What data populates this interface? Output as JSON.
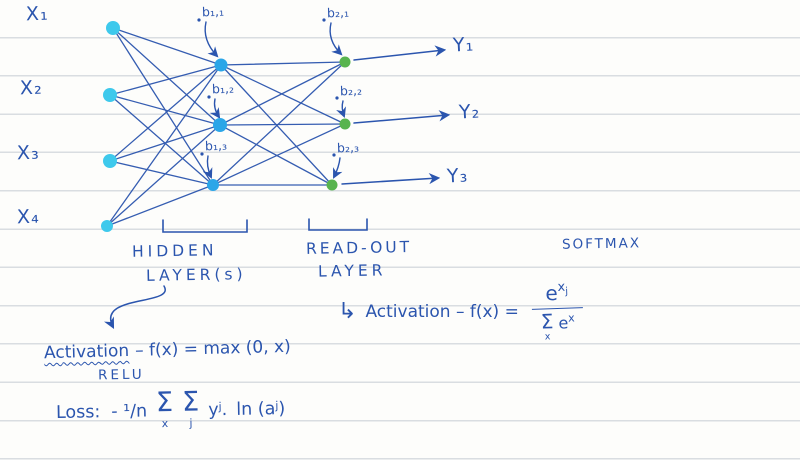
{
  "colors": {
    "ink": "#2b55ae",
    "input_node": "#3ec9ec",
    "hidden_node": "#2ba6e8",
    "output_node": "#58b44e",
    "rule_line": "#d9dde1",
    "paper": "#fdfdfb"
  },
  "network": {
    "inputs": [
      "X₁",
      "X₂",
      "X₃",
      "X₄"
    ],
    "hidden_biases": [
      "b₁,₁",
      "b₁,₂",
      "b₁,₃"
    ],
    "output_biases": [
      "b₂,₁",
      "b₂,₂",
      "b₂,₃"
    ],
    "outputs": [
      "Y₁",
      "Y₂",
      "Y₃"
    ]
  },
  "labels": {
    "hidden_layer_line1": "HIDDEN",
    "hidden_layer_line2": "LAYER(s)",
    "readout_layer_line1": "READ-OUT",
    "readout_layer_line2": "LAYER",
    "softmax": "SOFTMAX"
  },
  "formulas": {
    "relu": {
      "word": "Activation",
      "rest": "– f(x) = max (0, x)",
      "name": "RELU"
    },
    "softmax": {
      "hook": "↳",
      "prefix": "Activation – f(x) =",
      "num_base": "e",
      "num_sup_x": "x",
      "num_sup_j": "j",
      "den_sigma": "Σ",
      "den_limit": "x",
      "den_base": "e",
      "den_sup": "x"
    },
    "loss": {
      "label": "Loss:",
      "coeff": "- ¹/n",
      "sigma1": "Σ",
      "sigma1_limit": "x",
      "sigma2": "Σ",
      "sigma2_limit": "j",
      "term_base": "y",
      "term_sub": "j",
      "dot": ".",
      "log_pre": " ln (a",
      "log_sub": "j",
      "log_post": ")"
    }
  }
}
